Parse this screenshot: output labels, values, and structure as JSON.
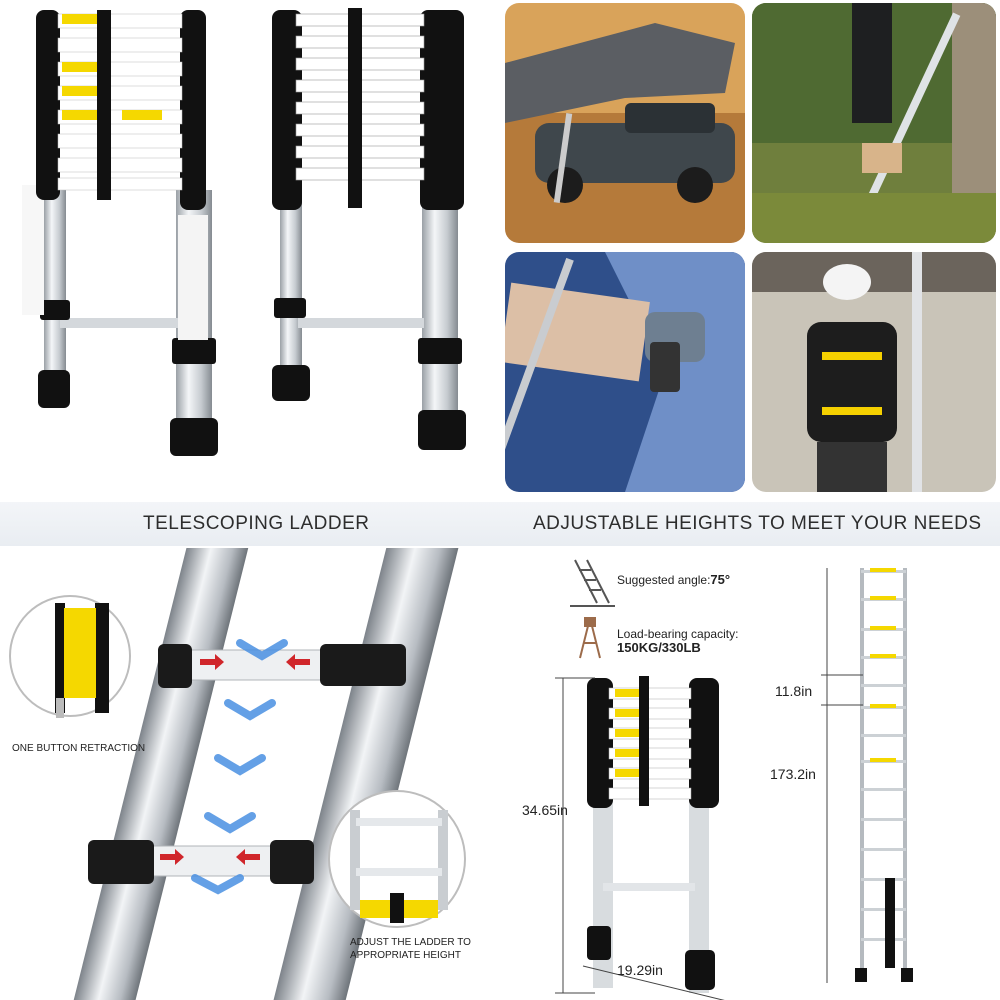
{
  "banner": {
    "left_title": "TELESCOPING LADDER",
    "right_title": "ADJUSTABLE HEIGHTS TO MEET YOUR NEEDS"
  },
  "detail": {
    "retraction_label": "ONE BUTTON RETRACTION",
    "adjust_label_line1": "ADJUST THE LADDER TO",
    "adjust_label_line2": "APPROPRIATE HEIGHT"
  },
  "specs": {
    "angle_label": "Suggested angle:",
    "angle_value": "75°",
    "load_label": "Load-bearing capacity:",
    "load_value": "150KG/330LB",
    "collapsed_height": "34.65in",
    "base_width": "19.29in",
    "step_spacing": "11.8in",
    "extended_height": "173.2in"
  },
  "colors": {
    "accent_yellow": "#f5d800",
    "arrow_red": "#d0262b",
    "arrow_blue": "#4a90e2",
    "banner_bg": "#eef1f5"
  }
}
